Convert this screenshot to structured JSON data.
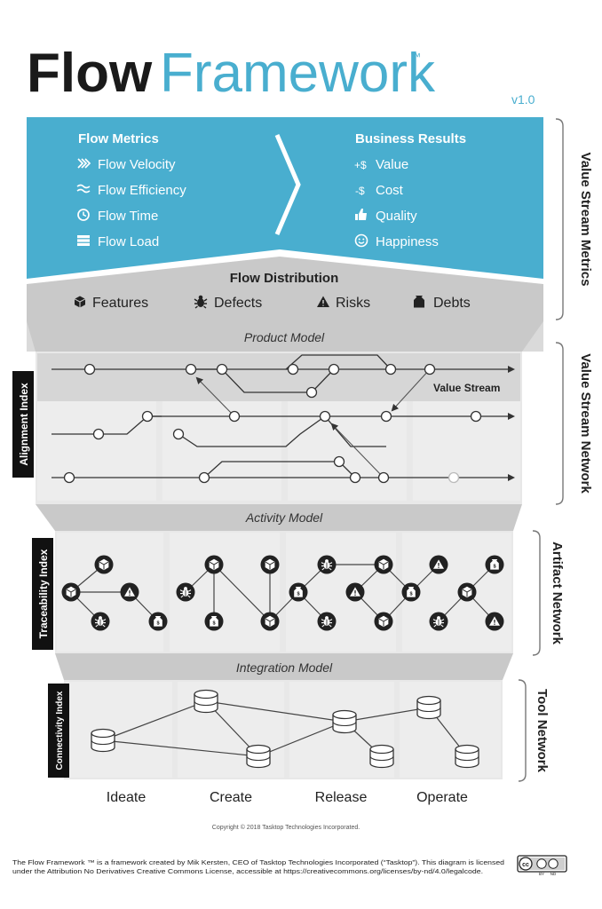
{
  "title": {
    "word1": "Flow",
    "word2": "Framework",
    "tm": "™",
    "version": "v1.0"
  },
  "colors": {
    "teal": "#49aecf",
    "dark": "#222222",
    "band": "#c9c9c9",
    "panel": "#e6e6e6",
    "column": "#ededed",
    "divider": "#d0d0d0"
  },
  "metrics": {
    "left_heading": "Flow Metrics",
    "left_items": [
      {
        "icon": "velocity-icon",
        "label": "Flow Velocity"
      },
      {
        "icon": "efficiency-icon",
        "label": "Flow Efficiency"
      },
      {
        "icon": "time-icon",
        "label": "Flow Time"
      },
      {
        "icon": "load-icon",
        "label": "Flow Load"
      }
    ],
    "right_heading": "Business Results",
    "right_items": [
      {
        "icon": "+$",
        "label": "Value"
      },
      {
        "icon": "-$",
        "label": "Cost"
      },
      {
        "icon": "thumbs-up-icon",
        "label": "Quality"
      },
      {
        "icon": "smiley-icon",
        "label": "Happiness"
      }
    ]
  },
  "distribution": {
    "heading": "Flow Distribution",
    "items": [
      {
        "icon": "feature-cube-icon",
        "label": "Features"
      },
      {
        "icon": "bug-icon",
        "label": "Defects"
      },
      {
        "icon": "warning-icon",
        "label": "Risks"
      },
      {
        "icon": "debt-bag-icon",
        "label": "Debts"
      }
    ]
  },
  "models": {
    "product": "Product Model",
    "activity": "Activity Model",
    "integration": "Integration Model"
  },
  "side_labels": {
    "value_stream_metrics": "Value Stream Metrics",
    "value_stream_network": "Value Stream Network",
    "artifact_network": "Artifact Network",
    "tool_network": "Tool Network",
    "alignment_index": "Alignment Index",
    "traceability_index": "Traceability Index",
    "connectivity_index": "Connectivity Index"
  },
  "value_stream_label": "Value Stream",
  "stages": [
    "Ideate",
    "Create",
    "Release",
    "Operate"
  ],
  "copyright": "Copyright © 2018 Tasktop Technologies Incorporated.",
  "license": {
    "line1": "The Flow Framework ™ is a framework created by Mik Kersten, CEO of Tasktop Technologies Incorporated (“Tasktop”). This diagram is licensed",
    "line2": "under the Attribution No Derivatives Creative Commons License, accessible at https://creativecommons.org/licenses/by-nd/4.0/legalcode.",
    "badge": {
      "cc": "cc",
      "by": "BY",
      "nd": "ND"
    }
  }
}
